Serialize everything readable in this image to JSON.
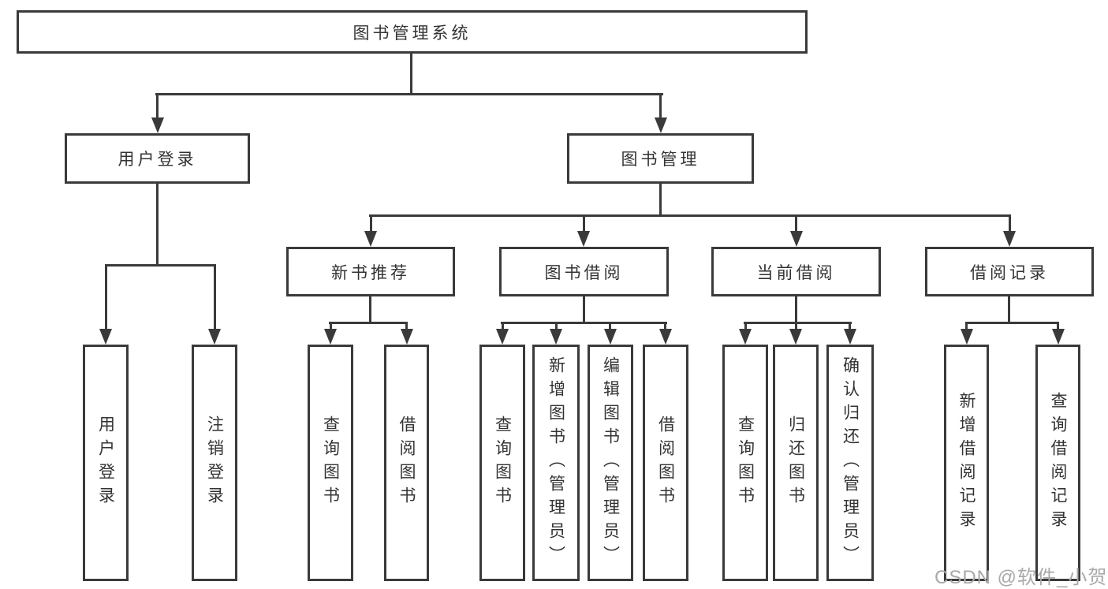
{
  "diagram": {
    "root": {
      "label": "图书管理系统"
    },
    "user_login": {
      "label": "用户登录",
      "leaves": [
        "用户登录",
        "注销登录"
      ]
    },
    "book_management": {
      "label": "图书管理",
      "sections": [
        {
          "label": "新书推荐",
          "leaves": [
            "查询图书",
            "借阅图书"
          ]
        },
        {
          "label": "图书借阅",
          "leaves": [
            "查询图书",
            "新增图书（管理员）",
            "编辑图书（管理员）",
            "借阅图书"
          ]
        },
        {
          "label": "当前借阅",
          "leaves": [
            "查询图书",
            "归还图书",
            "确认归还（管理员）"
          ]
        },
        {
          "label": "借阅记录",
          "leaves": [
            "新增借阅记录",
            "查询借阅记录"
          ]
        }
      ]
    }
  },
  "watermark": "CSDN @软件_小贺同学",
  "colors": {
    "line": "#3a3a3a",
    "text": "#333333",
    "watermark": "#a9a9a9",
    "background": "#ffffff"
  }
}
